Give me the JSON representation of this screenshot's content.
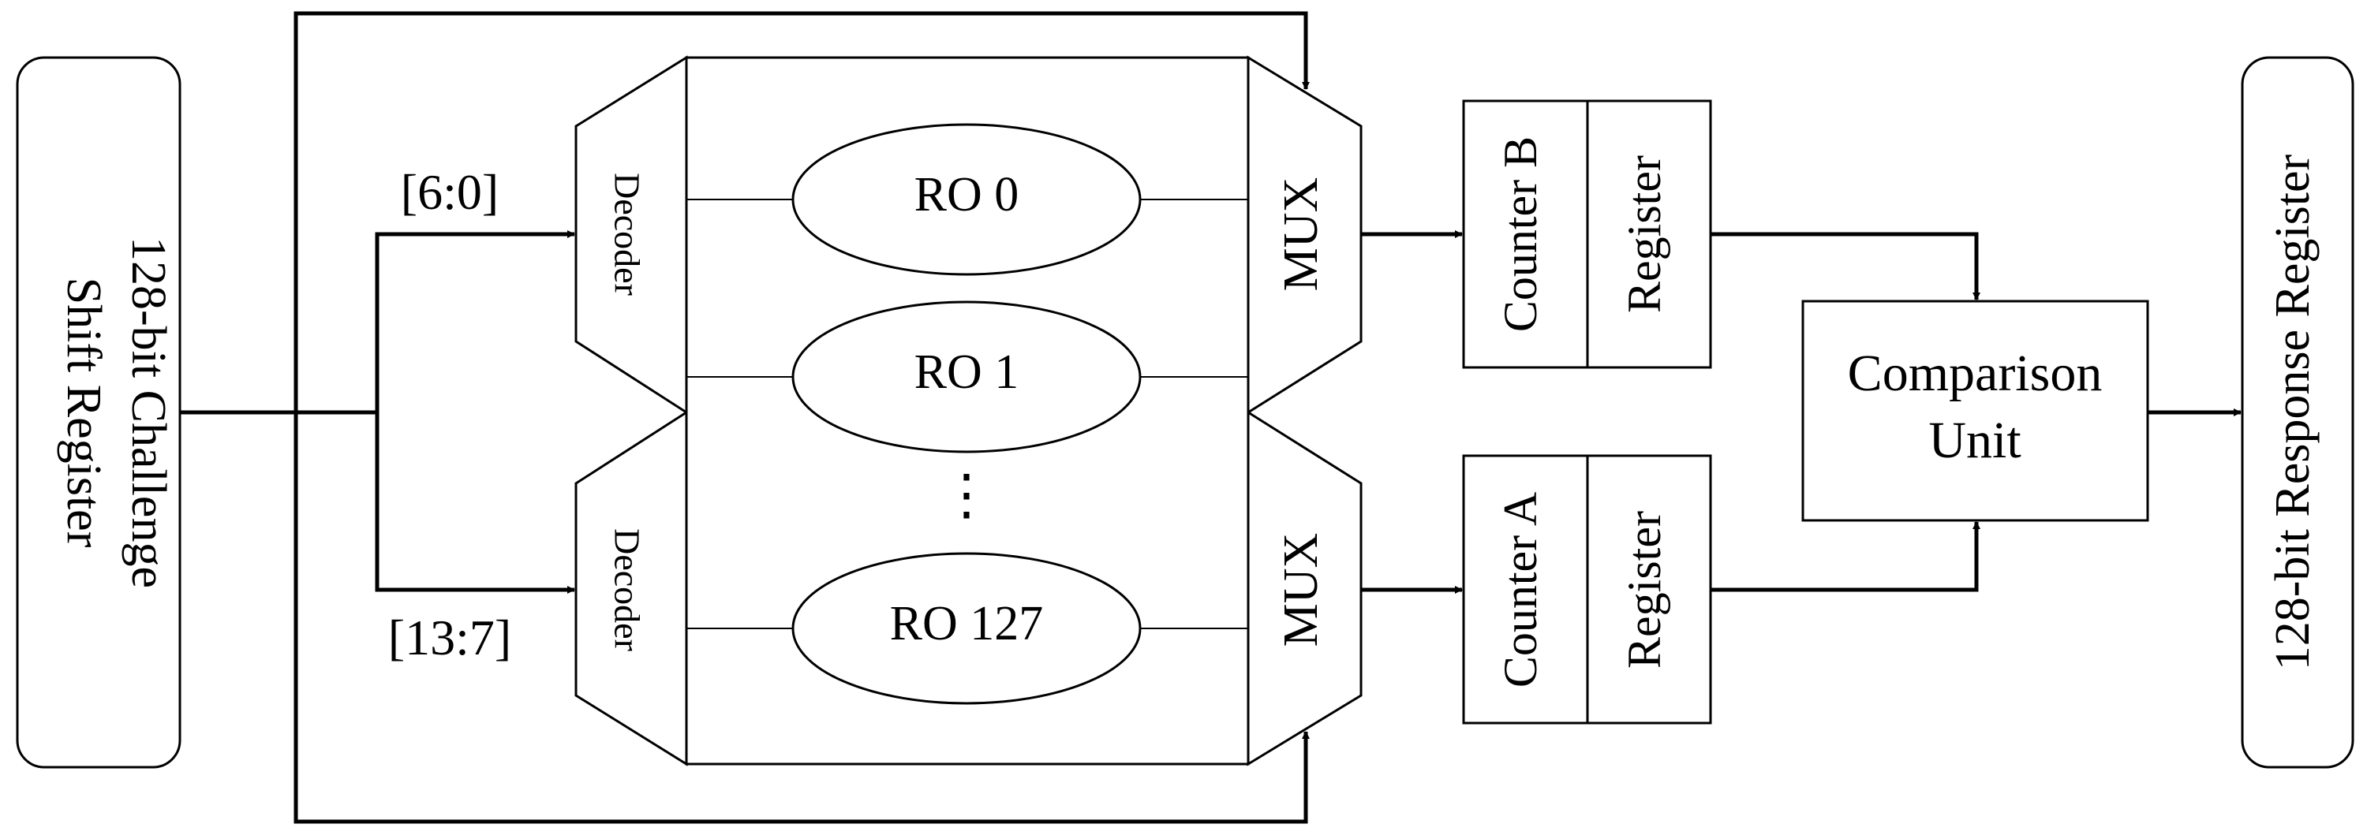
{
  "challenge_register": {
    "line1": "128-bit Challenge",
    "line2": "Shift Register"
  },
  "response_register": {
    "label": "128-bit Response Register"
  },
  "bus_labels": {
    "upper": "[6:0]",
    "lower": "[13:7]"
  },
  "decoders": {
    "top": "Decoder",
    "bottom": "Decoder"
  },
  "muxes": {
    "top": "MUX",
    "bottom": "MUX"
  },
  "oscillators": {
    "ro0": "RO 0",
    "ro1": "RO 1",
    "ellipsis": "⋮",
    "ro127": "RO 127"
  },
  "counter_b": {
    "counter": "Counter B",
    "register": "Register"
  },
  "counter_a": {
    "counter": "Counter A",
    "register": "Register"
  },
  "comparison_unit": {
    "line1": "Comparison",
    "line2": "Unit"
  }
}
